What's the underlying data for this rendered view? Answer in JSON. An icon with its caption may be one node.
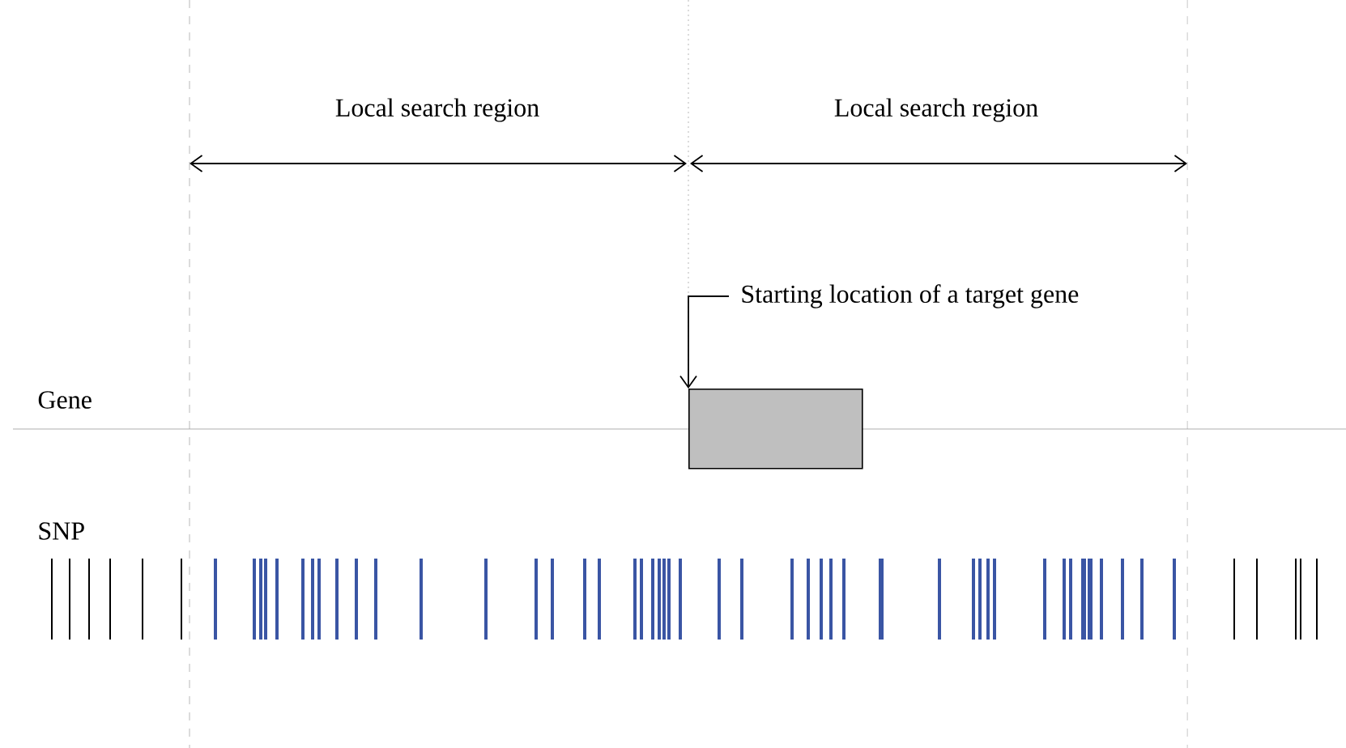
{
  "diagram": {
    "nodes": [
      {
        "text": [
          "Starting location of a target gene"
        ]
      },
      {
        "text": [],
        "shape": "box"
      }
    ],
    "edges": [
      {
        "from": 0,
        "to": 1,
        "arrow": "to"
      }
    ],
    "labels": [
      "Local search region",
      "Local search region",
      "Gene",
      "SNP"
    ]
  }
}
